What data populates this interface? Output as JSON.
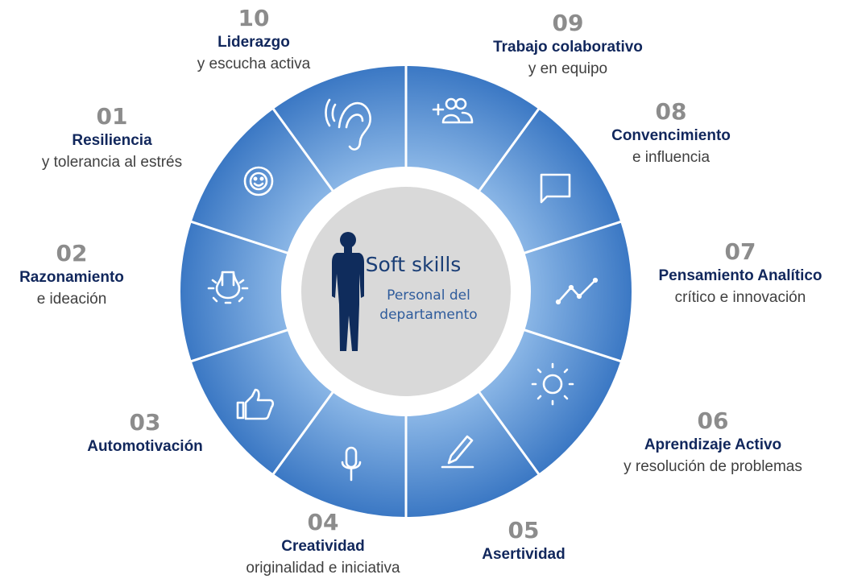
{
  "center": {
    "title": "Soft skills",
    "subtitle_lines": [
      "Personal del",
      "departamento"
    ]
  },
  "colors": {
    "segment_light": "#8ab6e6",
    "segment_dark": "#3b78c4",
    "separator": "#ffffff",
    "center_fill": "#d9d9d9",
    "silhouette": "#0f2c5c",
    "number": "#8c8c8c",
    "title": "#11275c",
    "subtitle": "#404040",
    "center_title": "#1a3e76",
    "center_subtitle": "#2f5c9c"
  },
  "skills": [
    {
      "num": "01",
      "title": "Resiliencia",
      "subtitle": "y tolerancia al estrés",
      "icon": "smiley-face-icon"
    },
    {
      "num": "02",
      "title": "Razonamiento",
      "subtitle": "e ideación",
      "icon": "lightbulb-icon"
    },
    {
      "num": "03",
      "title": "Automotivación",
      "subtitle": "",
      "icon": "thumbs-up-icon"
    },
    {
      "num": "04",
      "title": "Creatividad",
      "subtitle": "originalidad e iniciativa",
      "icon": "microphone-icon"
    },
    {
      "num": "05",
      "title": "Asertividad",
      "subtitle": "",
      "icon": "pencil-icon"
    },
    {
      "num": "06",
      "title": "Aprendizaje Activo",
      "subtitle": "y resolución de problemas",
      "icon": "sun-icon"
    },
    {
      "num": "07",
      "title": "Pensamiento Analítico",
      "subtitle": "crítico e innovación",
      "icon": "trend-line-icon"
    },
    {
      "num": "08",
      "title": "Convencimiento",
      "subtitle": "e influencia",
      "icon": "speech-bubble-icon"
    },
    {
      "num": "09",
      "title": "Trabajo colaborativo",
      "subtitle": "y en equipo",
      "icon": "add-people-icon"
    },
    {
      "num": "10",
      "title": "Liderazgo",
      "subtitle": "y escucha activa",
      "icon": "ear-icon"
    }
  ]
}
